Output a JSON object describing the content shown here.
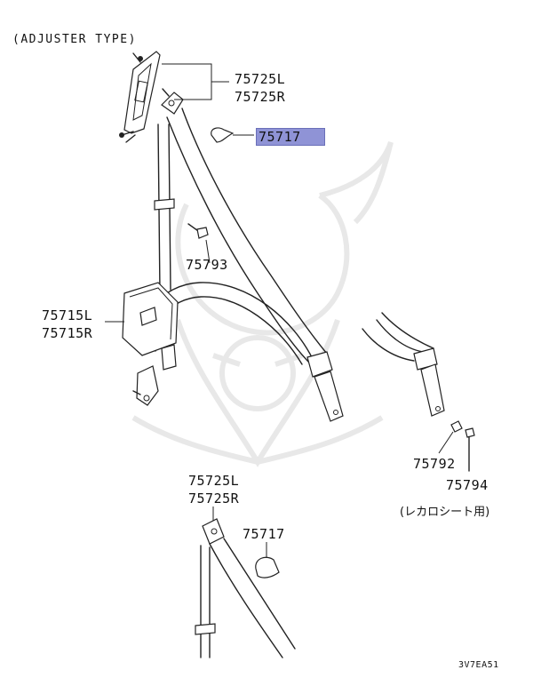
{
  "header": "(ADJUSTER TYPE)",
  "callouts": {
    "p75725_top_l": "75725L",
    "p75725_top_r": "75725R",
    "p75717_top": "75717",
    "p75793": "75793",
    "p75715_l": "75715L",
    "p75715_r": "75715R",
    "p75792": "75792",
    "p75794": "75794",
    "recaro_note": "(レカロシート用)",
    "p75725_bottom_l": "75725L",
    "p75725_bottom_r": "75725R",
    "p75717_bottom": "75717"
  },
  "diagram_code": "3V7EA51",
  "highlight_color": "#8f93d6",
  "icons": [
    "seat-belt-retractor-icon",
    "shoulder-anchor-icon",
    "bolt-icon",
    "nut-icon",
    "belt-cover-icon"
  ]
}
